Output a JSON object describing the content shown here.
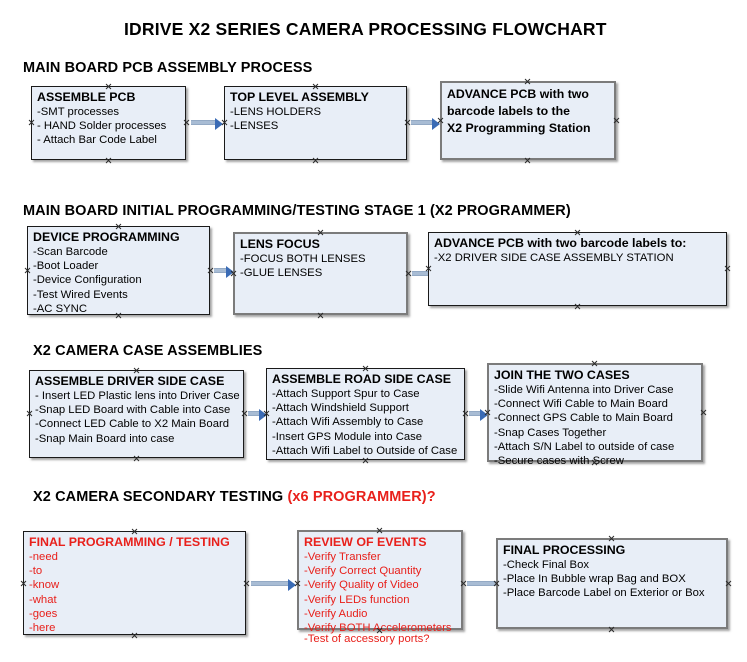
{
  "document": {
    "title": "IDRIVE X2  SERIES CAMERA PROCESSING FLOWCHART"
  },
  "sections": [
    {
      "id": "main-board-pcb-assembly-process",
      "heading": "MAIN BOARD PCB ASSEMBLY PROCESS",
      "heading_accent": "",
      "boxes": [
        {
          "id": "assemble-pcb",
          "title": "ASSEMBLE PCB",
          "lines": [
            "-SMT processes",
            "- HAND Solder processes",
            "- Attach Bar Code Label"
          ]
        },
        {
          "id": "top-level-assembly",
          "title": "TOP LEVEL ASSEMBLY",
          "lines": [
            "-LENS HOLDERS",
            "-LENSES"
          ]
        },
        {
          "id": "advance-pcb-to-x2-programming-station",
          "title": "ADVANCE PCB with two",
          "lines": [
            "barcode labels to the",
            " X2 Programming Station"
          ]
        }
      ]
    },
    {
      "id": "main-board-initial-programming-testing-stage-1",
      "heading": "MAIN BOARD INITIAL PROGRAMMING/TESTING STAGE 1 (X2 PROGRAMMER)",
      "heading_accent": "",
      "boxes": [
        {
          "id": "device-programming",
          "title": "DEVICE PROGRAMMING",
          "lines": [
            "-Scan Barcode",
            "-Boot Loader",
            "-Device Configuration",
            "-Test Wired Events",
            "-AC SYNC"
          ]
        },
        {
          "id": "lens-focus",
          "title": "LENS FOCUS",
          "lines": [
            "-FOCUS BOTH LENSES",
            "-GLUE LENSES"
          ]
        },
        {
          "id": "advance-pcb-to-driver-side-case-assembly",
          "title": "ADVANCE PCB with two barcode labels to:",
          "lines": [
            "-X2 DRIVER  SIDE  CASE  ASSEMBLY STATION"
          ]
        }
      ]
    },
    {
      "id": "x2-camera-case-assemblies",
      "heading": "X2 CAMERA CASE ASSEMBLIES",
      "heading_accent": "",
      "boxes": [
        {
          "id": "assemble-driver-side-case",
          "title": "ASSEMBLE DRIVER SIDE CASE",
          "lines": [
            "- Insert LED Plastic lens into Driver Case",
            "-Snap LED Board with Cable into Case",
            "-Connect LED Cable to X2 Main Board",
            "-Snap Main Board into case"
          ]
        },
        {
          "id": "assemble-road-side-case",
          "title": "ASSEMBLE ROAD SIDE CASE",
          "lines": [
            "-Attach Support Spur to Case",
            "-Attach Windshield Support",
            "-Attach Wifi Assembly to Case",
            "-Insert GPS Module into Case",
            "-Attach Wifi Label to Outside of Case"
          ]
        },
        {
          "id": "join-the-two-cases",
          "title": "JOIN THE TWO CASES",
          "lines": [
            "-Slide Wifi Antenna into Driver Case",
            "-Connect Wifi Cable to Main Board",
            "-Connect GPS Cable to Main Board",
            "-Snap Cases Together",
            "-Attach S/N Label to outside of case",
            "-Secure cases with Screw"
          ]
        }
      ]
    },
    {
      "id": "x2-camera-secondary-testing",
      "heading": "X2 CAMERA SECONDARY TESTING ",
      "heading_accent": "(x6 PROGRAMMER)?",
      "boxes": [
        {
          "id": "final-programming-testing",
          "title": "FINAL PROGRAMMING / TESTING",
          "lines": [
            "-need",
            "-to",
            "-know",
            "-what",
            "-goes",
            "-here"
          ]
        },
        {
          "id": "review-of-events",
          "title": "REVIEW OF EVENTS",
          "lines": [
            "-Verify Transfer",
            "-Verify Correct Quantity",
            "-Verify Quality of Video",
            "-Verify LEDs function",
            "-Verify Audio",
            "-Verify BOTH Accelerometers"
          ],
          "overflow_line": "-Test of accessory ports?"
        },
        {
          "id": "final-processing",
          "title": "FINAL PROCESSING",
          "lines": [
            " -Check Final Box",
            "-Place In Bubble wrap Bag and BOX",
            "-Place Barcode Label on Exterior or Box"
          ]
        }
      ]
    }
  ],
  "colors": {
    "box_fill": "#e8eef7",
    "box_border": "#1a1a1a",
    "accent_red": "#e8201b",
    "arrow_line": "#a8bcd4",
    "arrow_head": "#3a6bb5",
    "text": "#000000"
  }
}
